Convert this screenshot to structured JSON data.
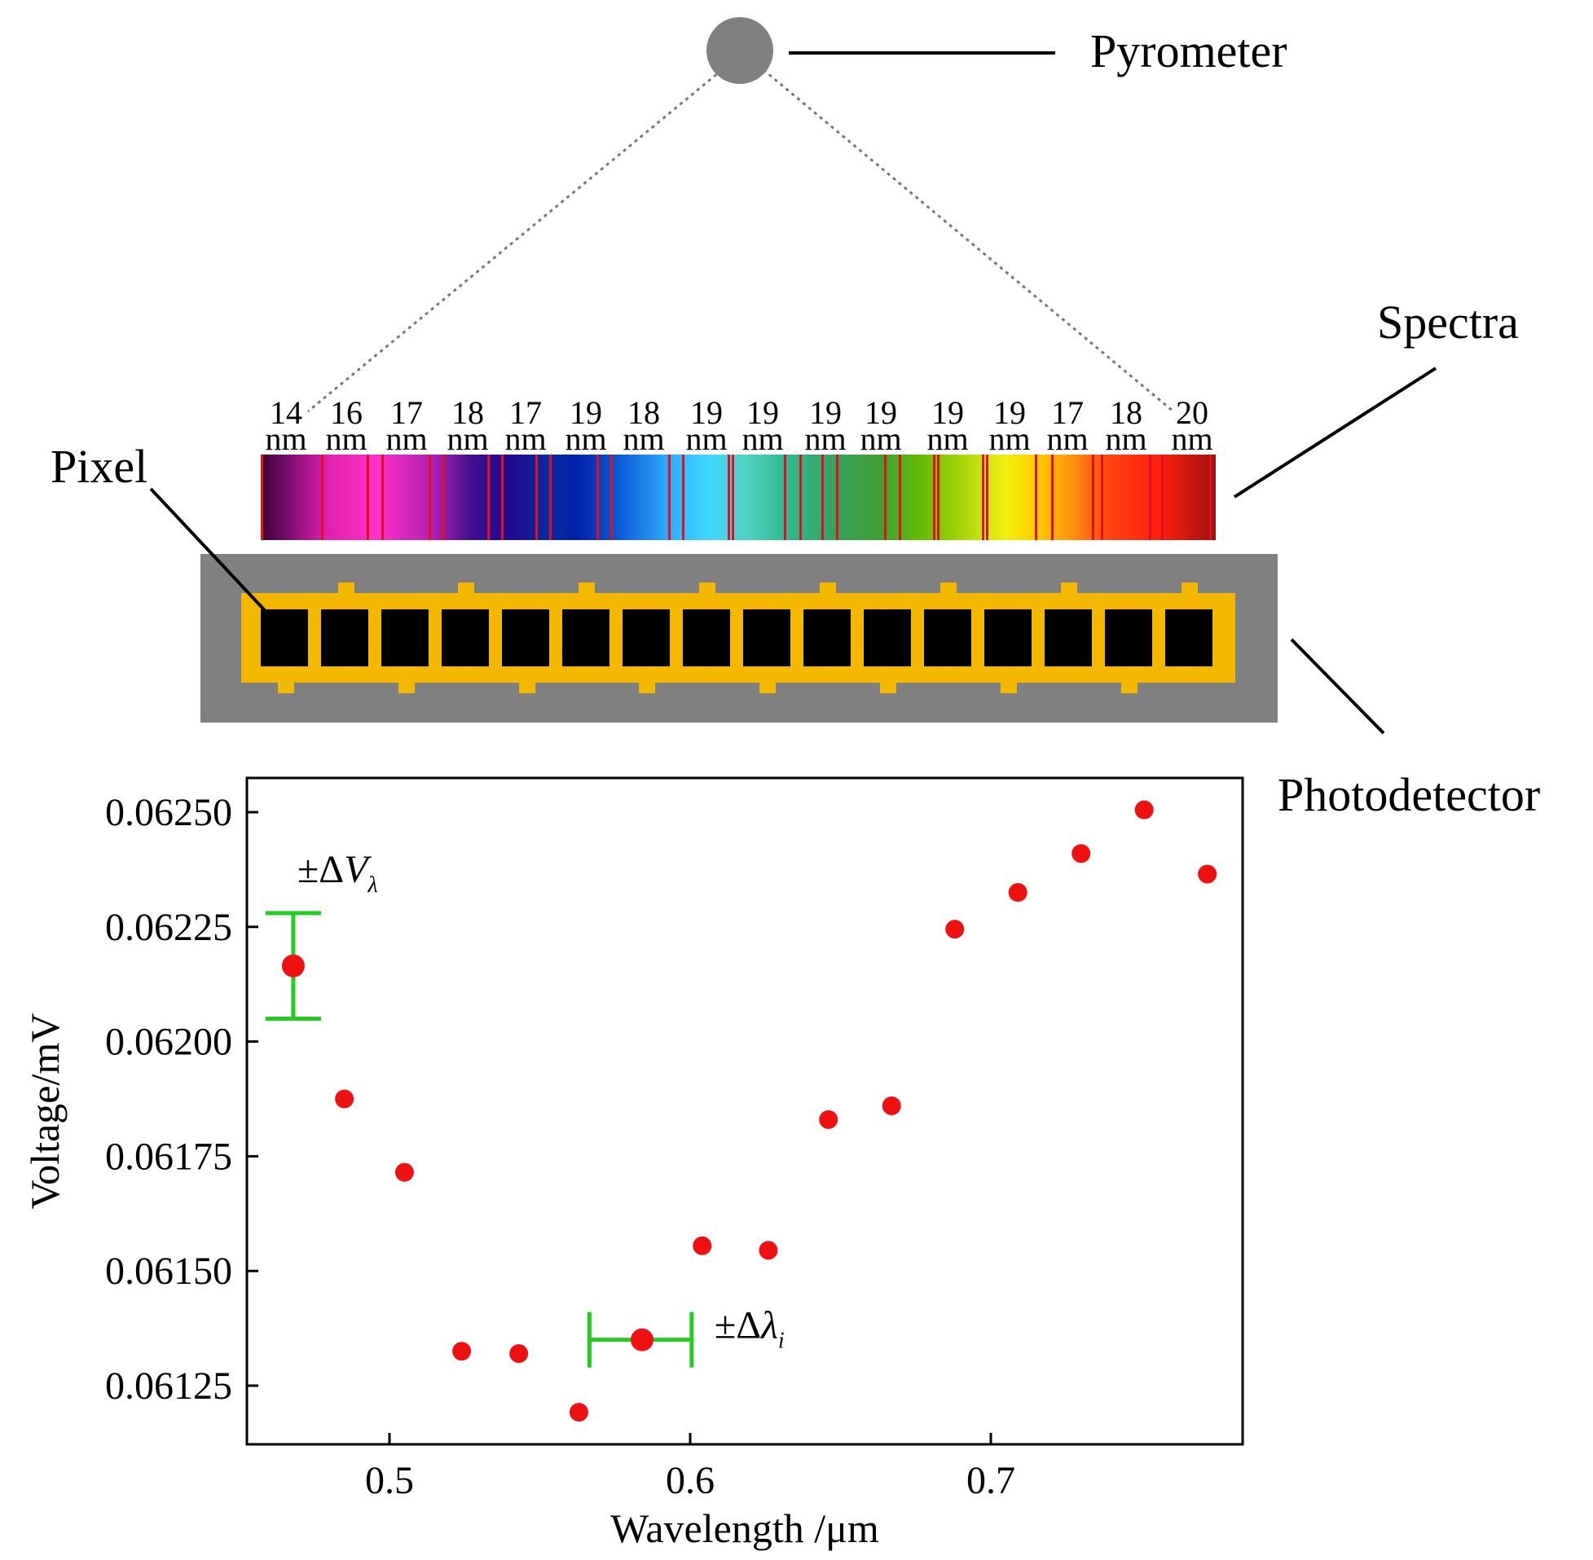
{
  "labels": {
    "pyrometer": "Pyrometer",
    "spectra": "Spectra",
    "pixel": "Pixel",
    "photodetector": "Photodetector"
  },
  "bands": [
    {
      "value": "14",
      "unit": "nm"
    },
    {
      "value": "16",
      "unit": "nm"
    },
    {
      "value": "17",
      "unit": "nm"
    },
    {
      "value": "18",
      "unit": "nm"
    },
    {
      "value": "17",
      "unit": "nm"
    },
    {
      "value": "19",
      "unit": "nm"
    },
    {
      "value": "18",
      "unit": "nm"
    },
    {
      "value": "19",
      "unit": "nm"
    },
    {
      "value": "19",
      "unit": "nm"
    },
    {
      "value": "19",
      "unit": "nm"
    },
    {
      "value": "19",
      "unit": "nm"
    },
    {
      "value": "19",
      "unit": "nm"
    },
    {
      "value": "19",
      "unit": "nm"
    },
    {
      "value": "17",
      "unit": "nm"
    },
    {
      "value": "18",
      "unit": "nm"
    },
    {
      "value": "20",
      "unit": "nm"
    }
  ],
  "colors": {
    "detector_body": "#808080",
    "pixel_frame": "#f5b800",
    "pixel": "#000000",
    "point": "#ee1111",
    "errorbar": "#22cc22",
    "band_separator": "#e01020"
  },
  "chart_data": {
    "type": "scatter",
    "xlabel": "Wavelength /μm",
    "ylabel": "Voltage/mV",
    "xlim": [
      0.455,
      0.785
    ],
    "ylim": [
      0.06113,
      0.06257
    ],
    "xticks": [
      0.5,
      0.6,
      0.7
    ],
    "xtick_labels": [
      "0.5",
      "0.6",
      "0.7"
    ],
    "yticks": [
      0.06125,
      0.0615,
      0.06175,
      0.062,
      0.06225,
      0.0625
    ],
    "ytick_labels": [
      "0.06125",
      "0.06150",
      "0.06175",
      "0.06200",
      "0.06225",
      "0.06250"
    ],
    "grid": false,
    "points": [
      {
        "x": 0.468,
        "y": 0.062165
      },
      {
        "x": 0.485,
        "y": 0.061875
      },
      {
        "x": 0.505,
        "y": 0.061715
      },
      {
        "x": 0.524,
        "y": 0.061325
      },
      {
        "x": 0.543,
        "y": 0.06132
      },
      {
        "x": 0.563,
        "y": 0.061192
      },
      {
        "x": 0.584,
        "y": 0.06135
      },
      {
        "x": 0.604,
        "y": 0.061555
      },
      {
        "x": 0.626,
        "y": 0.061545
      },
      {
        "x": 0.646,
        "y": 0.06183
      },
      {
        "x": 0.667,
        "y": 0.06186
      },
      {
        "x": 0.688,
        "y": 0.062245
      },
      {
        "x": 0.709,
        "y": 0.062325
      },
      {
        "x": 0.73,
        "y": 0.06241
      },
      {
        "x": 0.751,
        "y": 0.062505
      },
      {
        "x": 0.772,
        "y": 0.062365
      }
    ],
    "error_bars": [
      {
        "type": "vertical",
        "x": 0.468,
        "y_low": 0.06205,
        "y_high": 0.06228,
        "label_main": "±ΔV",
        "label_sub": "λ"
      },
      {
        "type": "horizontal",
        "y": 0.06135,
        "x_low": 0.5665,
        "x_high": 0.6005,
        "label_main": "±Δλ",
        "label_sub": "i"
      }
    ]
  }
}
